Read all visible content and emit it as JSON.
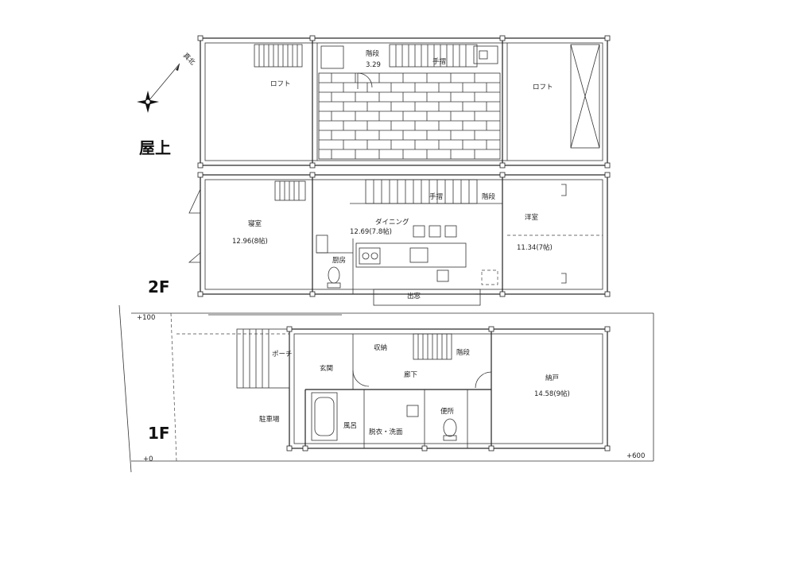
{
  "compass": {
    "north_label": "真北"
  },
  "floors": {
    "roof": {
      "title": "屋上",
      "rooms": {
        "loft_left": "ロフト",
        "stairs": "階段",
        "stairs_area": "3.29",
        "handrail": "手摺",
        "loft_right": "ロフト"
      }
    },
    "second": {
      "title": "2F",
      "rooms": {
        "bedroom": "寝室",
        "bedroom_area": "12.96(8帖)",
        "dining": "ダイニング",
        "dining_area": "12.69(7.8帖)",
        "handrail": "手摺",
        "stairs": "階段",
        "western": "洋室",
        "western_area": "11.34(7帖)",
        "kitchen": "厨房",
        "window": "出窓"
      }
    },
    "first": {
      "title": "1F",
      "rooms": {
        "porch": "ポーチ",
        "entrance": "玄関",
        "storage": "収納",
        "stairs": "階段",
        "hallway": "廊下",
        "closet": "納戸",
        "closet_area": "14.58(9帖)",
        "parking": "駐車場",
        "bath": "風呂",
        "wash": "脱衣・洗面",
        "toilet": "便所"
      },
      "levels": {
        "top": "+100",
        "bottom_left": "+0",
        "bottom_right": "+600"
      }
    }
  }
}
